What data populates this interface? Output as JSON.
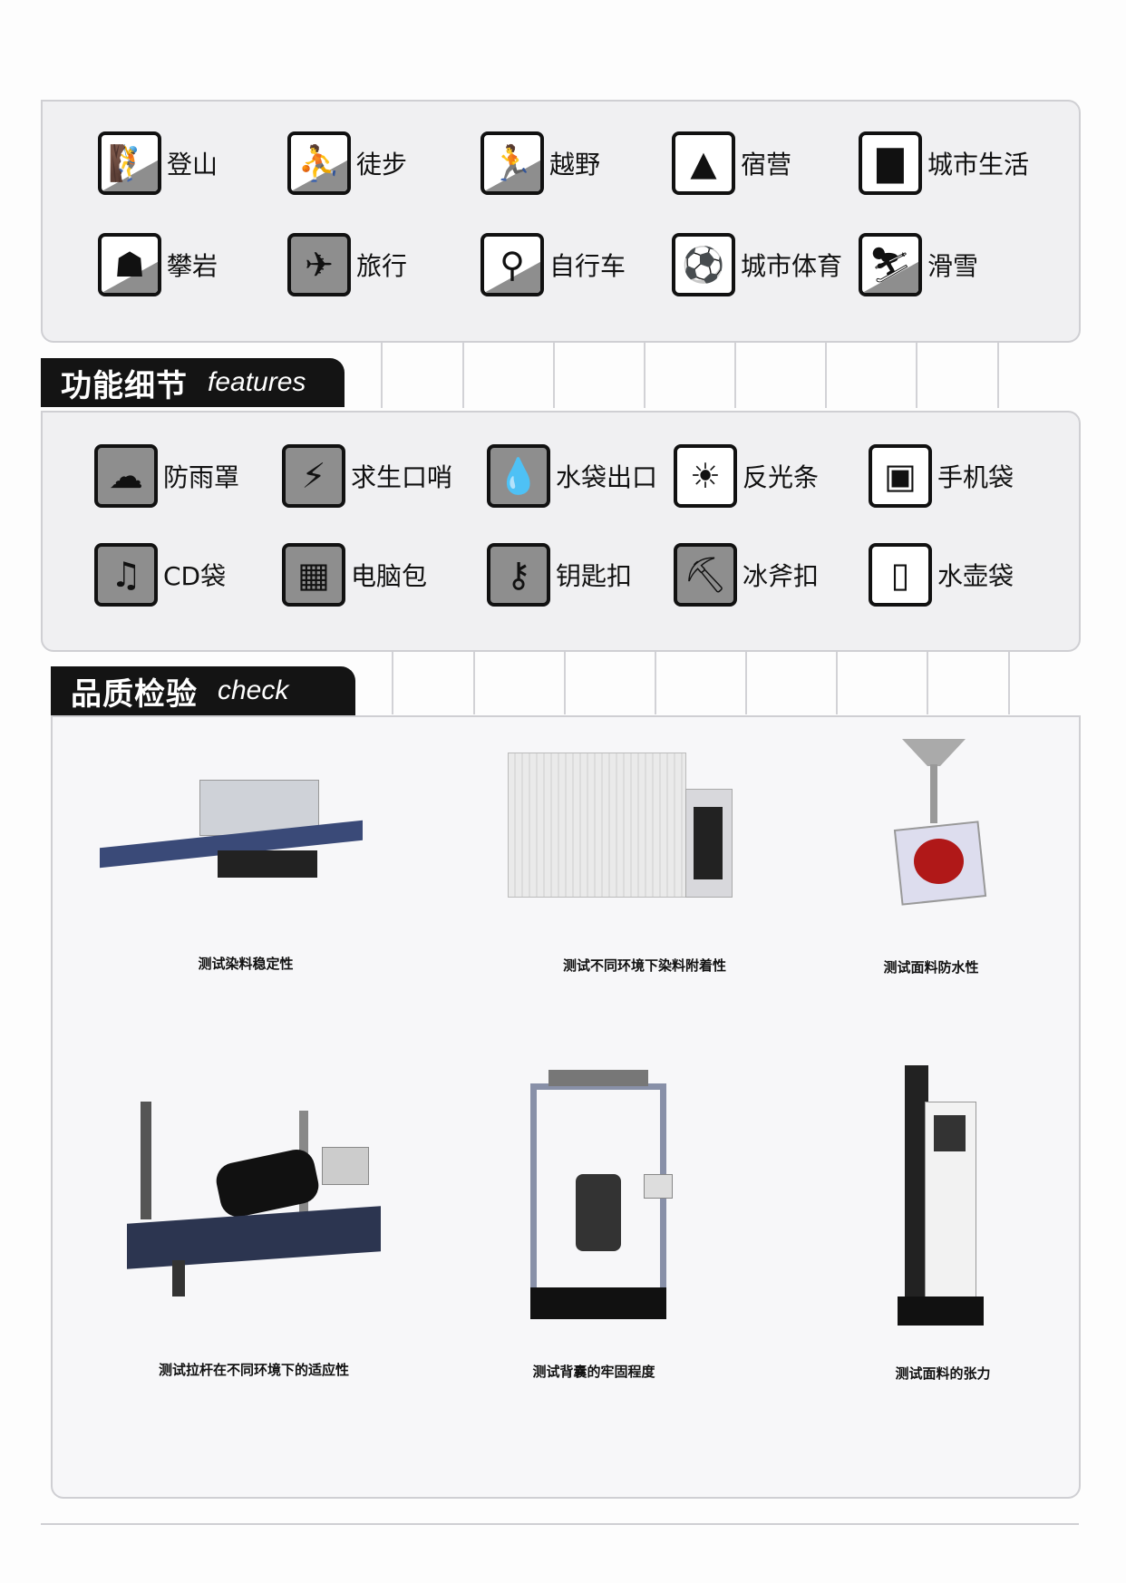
{
  "activities": [
    {
      "label": "登山",
      "icon": "mountain-climbing-icon",
      "glyph": "🧗"
    },
    {
      "label": "徒步",
      "icon": "hiking-icon",
      "glyph": "⛹"
    },
    {
      "label": "越野",
      "icon": "trail-running-icon",
      "glyph": "🏃"
    },
    {
      "label": "宿营",
      "icon": "tent-icon",
      "glyph": "▲"
    },
    {
      "label": "城市生活",
      "icon": "city-buildings-icon",
      "glyph": "▇"
    },
    {
      "label": "攀岩",
      "icon": "rock-climbing-icon",
      "glyph": "☗"
    },
    {
      "label": "旅行",
      "icon": "airplane-icon",
      "glyph": "✈"
    },
    {
      "label": "自行车",
      "icon": "bicycle-icon",
      "glyph": "⚲"
    },
    {
      "label": "城市体育",
      "icon": "city-sports-icon",
      "glyph": "⚽"
    },
    {
      "label": "滑雪",
      "icon": "skiing-icon",
      "glyph": "⛷"
    }
  ],
  "features_section": {
    "title_cn": "功能细节",
    "title_en": "features"
  },
  "features": [
    {
      "label": "防雨罩",
      "icon": "rain-cloud-icon",
      "glyph": "☁"
    },
    {
      "label": "求生口哨",
      "icon": "whistle-icon",
      "glyph": "⚡"
    },
    {
      "label": "水袋出口",
      "icon": "water-drop-icon",
      "glyph": "💧"
    },
    {
      "label": "反光条",
      "icon": "light-bulb-icon",
      "glyph": "☀"
    },
    {
      "label": "手机袋",
      "icon": "mobile-phone-icon",
      "glyph": "▣"
    },
    {
      "label": "CD袋",
      "icon": "music-note-icon",
      "glyph": "♫"
    },
    {
      "label": "电脑包",
      "icon": "laptop-icon",
      "glyph": "▦"
    },
    {
      "label": "钥匙扣",
      "icon": "key-icon",
      "glyph": "⚷"
    },
    {
      "label": "冰斧扣",
      "icon": "ice-axe-icon",
      "glyph": "⛏"
    },
    {
      "label": "水壶袋",
      "icon": "water-bottle-icon",
      "glyph": "▯"
    }
  ],
  "check_section": {
    "title_cn": "品质检验",
    "title_en": "check"
  },
  "tests": [
    {
      "caption": "测试染料稳定性"
    },
    {
      "caption": "测试不同环境下染料附着性"
    },
    {
      "caption": "测试面料防水性"
    },
    {
      "caption": "测试拉杆在不同环境下的适应性"
    },
    {
      "caption": "测试背囊的牢固程度"
    },
    {
      "caption": "测试面料的张力"
    }
  ]
}
